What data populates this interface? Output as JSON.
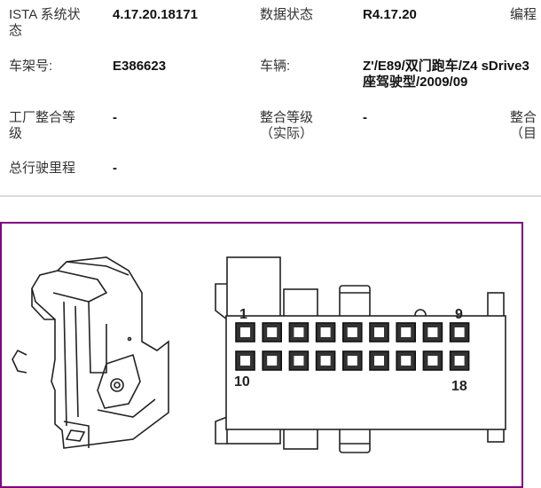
{
  "info": {
    "rows": [
      {
        "label1": "ISTA 系统状",
        "label1b": "态",
        "value1": "4.17.20.18171",
        "label2": "数据状态",
        "value2": "R4.17.20",
        "label3": "编程"
      },
      {
        "label1": "车架号:",
        "value1": "E386623",
        "label2": "车辆:",
        "value2": "Z'/E89/双门跑车/Z4 sDrive3",
        "value2b": "座驾驶型/2009/09"
      },
      {
        "label1": "工厂整合等",
        "label1b": "级",
        "value1": "-",
        "label2": "整合等级",
        "label2b": "（实际）",
        "value2": "-",
        "label3": "整合",
        "label3b": "（目"
      },
      {
        "label1": "总行驶里程",
        "value1": "-"
      }
    ]
  },
  "connector": {
    "pin_labels": {
      "top_left": "1",
      "top_right": "9",
      "bottom_left": "10",
      "bottom_right": "18"
    },
    "pins_per_row": 9,
    "frame_color": "#800080"
  }
}
